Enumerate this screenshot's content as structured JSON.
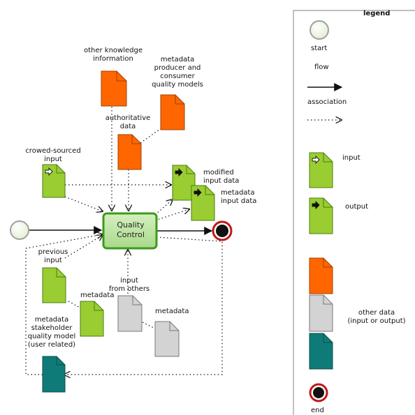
{
  "diagram": {
    "task": {
      "label": "Quality\nControl"
    },
    "documents": {
      "other_knowledge": "other knowledge\ninformation",
      "metadata_models": "metadata\nproducer and\nconsumer\nquality models",
      "authoritative": "authoritative\ndata",
      "crowd_sourced": "crowed-sourced\ninput",
      "modified_input": "modified\ninput data",
      "metadata_input": "metadata\ninput data",
      "previous_input": "previous\ninput",
      "input_from_others": "input\nfrom others",
      "metadata_previous": "metadata",
      "metadata_others": "metadata",
      "stakeholder_model": "metadata\nstakeholder\nquality model\n(user related)"
    }
  },
  "legend": {
    "title": "legend",
    "start": "start",
    "flow": "flow",
    "association": "association",
    "input": "input",
    "output": "output",
    "other_data": "other data\n(input or output)",
    "end": "end"
  },
  "colors": {
    "green_doc": "#9acd32",
    "orange_doc": "#ff6600",
    "grey_doc": "#d3d3d3",
    "teal_doc": "#0f7b78",
    "task_fill": "#b8e29a",
    "task_border": "#3d9a1c",
    "end_ring": "#c01818"
  }
}
